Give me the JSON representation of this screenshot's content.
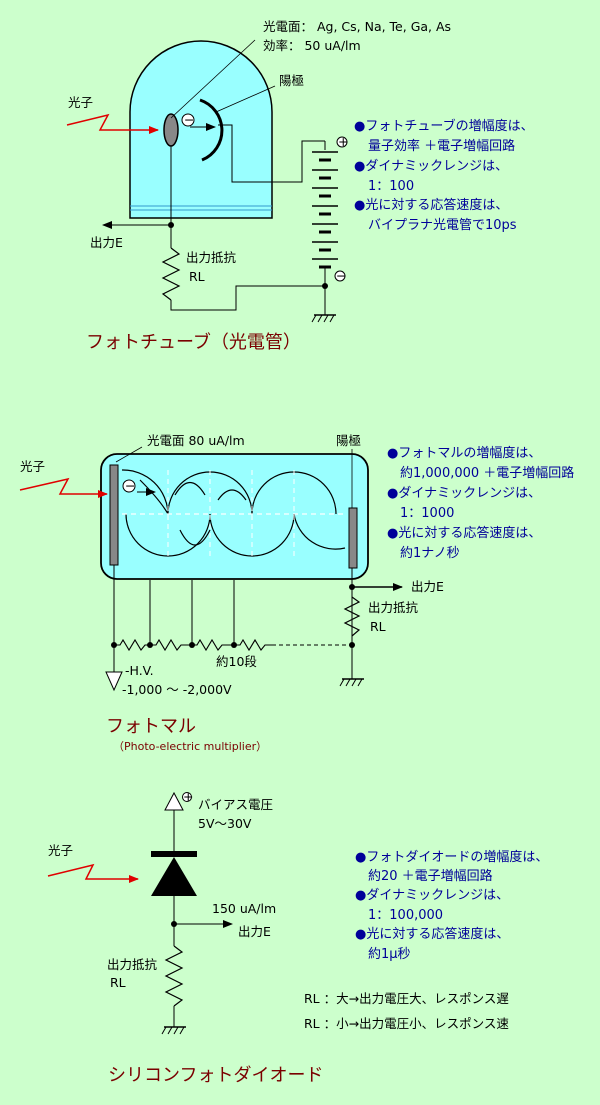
{
  "colors": {
    "background": "#ccffcc",
    "tube": "#99ffff",
    "bullet": "#0000cc",
    "title": "#7a0000",
    "photon": "#ff0000"
  },
  "phototube": {
    "cathode_label": "光電面： Ag, Cs, Na, Te, Ga, As",
    "efficiency_label": "効率： 50 uA/lm",
    "anode_label": "陽極",
    "photon_label": "光子",
    "output_label": "出力E",
    "resistor_label": "出力抵抗",
    "rl_label": "RL",
    "notes": [
      "●フォトチューブの増幅度は、",
      "量子効率 ＋電子増幅回路",
      "●ダイナミックレンジは、",
      "1：100",
      "●光に対する応答速度は、",
      "バイプラナ光電管で10ps"
    ],
    "title": "フォトチューブ（光電管）",
    "polarity_plus": "+",
    "polarity_minus": "−",
    "electron": "−"
  },
  "photomultiplier": {
    "cathode_label": "光電面 80 uA/lm",
    "anode_label": "陽極",
    "photon_label": "光子",
    "output_label": "出力E",
    "resistor_label": "出力抵抗",
    "rl_label": "RL",
    "stages_label": "約10段",
    "hv_label": "-H.V.",
    "hv_range": "-1,000 ～ -2,000V",
    "notes": [
      "●フォトマルの増幅度は、",
      "約1,000,000 ＋電子増幅回路",
      "●ダイナミックレンジは、",
      "1：1000",
      "●光に対する応答速度は、",
      "約1ナノ秒"
    ],
    "title": "フォトマル",
    "subtitle": "（Photo-electric multiplier）",
    "electron": "−"
  },
  "photodiode": {
    "bias_label": "バイアス電圧",
    "bias_range": "5V～30V",
    "photon_label": "光子",
    "current_label": "150 uA/lm",
    "output_label": "出力E",
    "resistor_label": "出力抵抗",
    "rl_label": "RL",
    "notes": [
      "●フォトダイオードの増幅度は、",
      "約20 ＋電子増幅回路",
      "●ダイナミックレンジは、",
      "1：100,000",
      "●光に対する応答速度は、",
      "約1μ秒"
    ],
    "rl_notes": [
      "RL ：大→出力電圧大、レスポンス遅",
      "RL ：小→出力電圧小、レスポンス速"
    ],
    "title": "シリコンフォトダイオード",
    "polarity_plus": "+"
  }
}
